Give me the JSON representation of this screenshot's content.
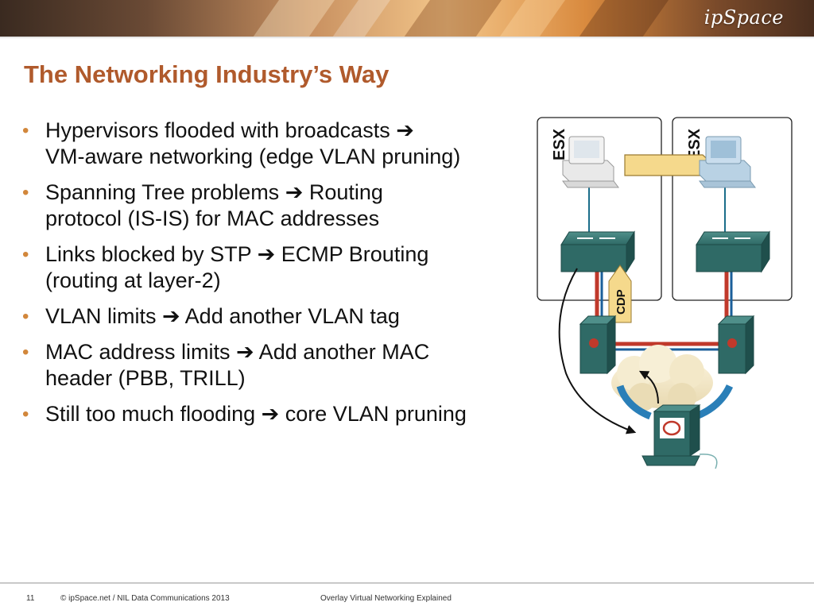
{
  "brand": {
    "logo": "ipSpace"
  },
  "slide": {
    "title": "The Networking Industry’s Way",
    "bullets": [
      {
        "lines": [
          {
            "before": "Hypervisors flooded with broadcasts ",
            "arrow": "➔",
            "after": ""
          },
          {
            "before": "VM-aware networking (edge VLAN pruning)",
            "arrow": "",
            "after": ""
          }
        ]
      },
      {
        "lines": [
          {
            "before": "Spanning Tree problems ",
            "arrow": "➔",
            "after": " Routing"
          },
          {
            "before": "protocol (IS-IS) for MAC addresses",
            "arrow": "",
            "after": ""
          }
        ]
      },
      {
        "lines": [
          {
            "before": "Links blocked by STP ",
            "arrow": "➔",
            "after": " ECMP Brouting"
          },
          {
            "before": "(routing at layer-2)",
            "arrow": "",
            "after": ""
          }
        ]
      },
      {
        "lines": [
          {
            "before": "VLAN limits ",
            "arrow": "➔",
            "after": " Add another VLAN tag"
          }
        ]
      },
      {
        "lines": [
          {
            "before": "MAC address limits ",
            "arrow": "➔",
            "after": " Add another MAC"
          },
          {
            "before": "header (PBB, TRILL)",
            "arrow": "",
            "after": ""
          }
        ]
      },
      {
        "lines": [
          {
            "before": "Still too much flooding ",
            "arrow": "➔",
            "after": " core VLAN pruning"
          }
        ]
      }
    ]
  },
  "diagram": {
    "host_left_label": "ESX",
    "host_right_label": "ESX",
    "protocol_tag": "CDP"
  },
  "footer": {
    "page_number": "11",
    "copyright": "© ipSpace.net / NIL Data Communications 2013",
    "deck_title": "Overlay Virtual Networking Explained"
  }
}
